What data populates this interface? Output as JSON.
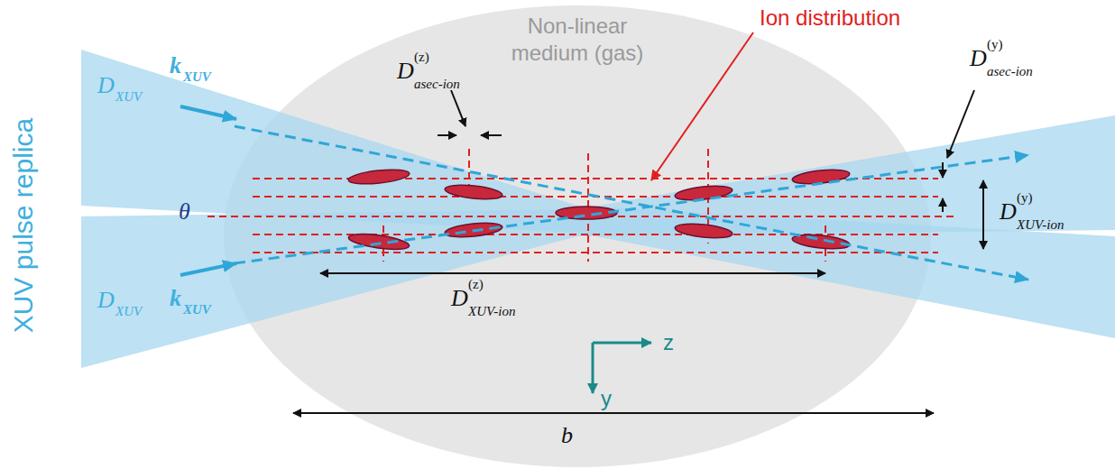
{
  "diagram": {
    "labels": [
      "XUV pulse replica",
      "Non-linear medium (gas)",
      "Ion distribution",
      "D",
      "(z)",
      "asec-ion",
      "D",
      "(y)",
      "asec-ion",
      "D",
      "XUV",
      "k",
      "XUV",
      "θ",
      "D",
      "(y)",
      "XUV-ion",
      "D",
      "XUV",
      "k",
      "XUV",
      "D",
      "(z)",
      "XUV-ion",
      "z",
      "y",
      "b"
    ]
  }
}
